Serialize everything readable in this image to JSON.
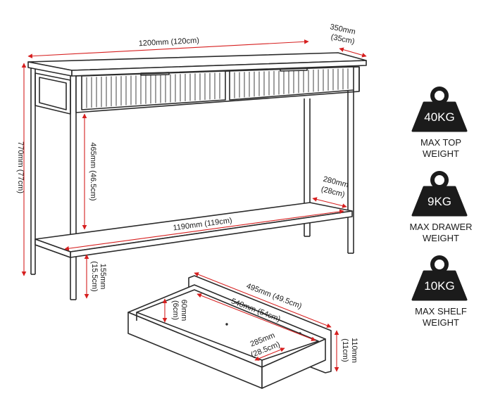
{
  "dimensions": {
    "top_width": "1200mm (120cm)",
    "depth_mm": "350mm",
    "depth_cm": "(35cm)",
    "height": "770mm (77cm)",
    "drawer_gap": "465mm (46.5cm)",
    "shelf_depth_mm": "280mm",
    "shelf_depth_cm": "(28cm)",
    "shelf_width": "1190mm (119cm)",
    "leg_clearance_mm": "155mm",
    "leg_clearance_cm": "(15.5cm)",
    "drawer_front_width": "495mm (49.5cm)",
    "drawer_inner_width": "540mm (54cm)",
    "drawer_inner_height_mm": "60mm",
    "drawer_inner_height_cm": "(6cm)",
    "drawer_depth_mm": "285mm",
    "drawer_depth_cm": "(28.5cm)",
    "drawer_height_mm": "110mm",
    "drawer_height_cm": "(11cm)"
  },
  "weights": [
    {
      "value": "40KG",
      "label_line1": "MAX TOP",
      "label_line2": "WEIGHT"
    },
    {
      "value": "9KG",
      "label_line1": "MAX DRAWER",
      "label_line2": "WEIGHT"
    },
    {
      "value": "10KG",
      "label_line1": "MAX SHELF",
      "label_line2": "WEIGHT"
    }
  ],
  "colors": {
    "dimension_line": "#d61f1f",
    "outline": "#2b2b2b",
    "weight_icon": "#1b1b1b"
  }
}
